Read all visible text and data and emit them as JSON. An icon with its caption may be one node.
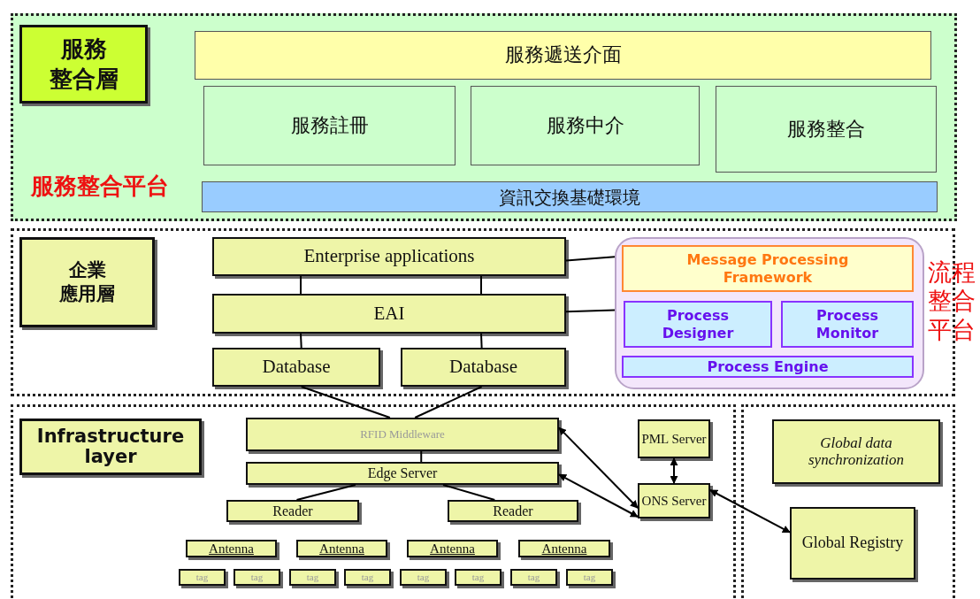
{
  "diagram": {
    "nodes": [
      {
        "text": [
          "服務整合平台"
        ]
      },
      {
        "text": [
          "服務整合層"
        ],
        "in": 0
      },
      {
        "text": [
          "服務遞送介面"
        ],
        "in": 0
      },
      {
        "text": [
          "服務註冊"
        ],
        "in": 0
      },
      {
        "text": [
          "服務中介"
        ],
        "in": 0
      },
      {
        "text": [
          "服務整合"
        ],
        "in": 0
      },
      {
        "text": [
          "資訊交換基礎環境"
        ],
        "in": 0
      },
      {
        "text": [],
        "shape": "box"
      },
      {
        "text": [
          "企業應用層"
        ],
        "in": 7
      },
      {
        "text": [
          "Enterprise applications"
        ],
        "in": 7
      },
      {
        "text": [
          "EAI"
        ],
        "in": 7
      },
      {
        "text": [
          "Database"
        ],
        "in": 7
      },
      {
        "text": [
          "Database"
        ],
        "in": 7
      },
      {
        "text": [],
        "shape": "box",
        "in": 7,
        "beside": [
          "流程整合平台"
        ]
      },
      {
        "text": [
          "Message Processing Framework"
        ],
        "in": 13
      },
      {
        "text": [
          "Process Designer"
        ],
        "in": 13
      },
      {
        "text": [
          "Process Monitor"
        ],
        "in": 13
      },
      {
        "text": [
          "Process Engine"
        ],
        "in": 13
      },
      {
        "text": [],
        "shape": "box"
      },
      {
        "text": [
          "Infrastructure layer"
        ],
        "in": 18
      },
      {
        "text": [
          "RFID Middleware"
        ],
        "in": 18
      },
      {
        "text": [
          "Edge Server"
        ],
        "in": 18
      },
      {
        "text": [
          "Reader"
        ],
        "in": 18
      },
      {
        "text": [
          "Reader"
        ],
        "in": 18
      },
      {
        "text": [
          "Antenna"
        ],
        "in": 18
      },
      {
        "text": [
          "Antenna"
        ],
        "in": 18
      },
      {
        "text": [
          "Antenna"
        ],
        "in": 18
      },
      {
        "text": [
          "Antenna"
        ],
        "in": 18
      },
      {
        "text": [
          "tag"
        ],
        "in": 18
      },
      {
        "text": [
          "tag"
        ],
        "in": 18
      },
      {
        "text": [
          "tag"
        ],
        "in": 18
      },
      {
        "text": [
          "tag"
        ],
        "in": 18
      },
      {
        "text": [
          "tag"
        ],
        "in": 18
      },
      {
        "text": [
          "tag"
        ],
        "in": 18
      },
      {
        "text": [
          "tag"
        ],
        "in": 18
      },
      {
        "text": [
          "tag"
        ],
        "in": 18
      },
      {
        "text": [
          "PML Server"
        ],
        "in": 18
      },
      {
        "text": [
          "ONS Server"
        ],
        "in": 18
      },
      {
        "text": [],
        "shape": "box"
      },
      {
        "text": [
          "Global data synchronization"
        ],
        "in": 38
      },
      {
        "text": [
          "Global Registry"
        ],
        "in": 38
      }
    ],
    "edges": [
      {
        "from": 9,
        "to": 10,
        "arrow": "none"
      },
      {
        "from": 9,
        "to": 10,
        "arrow": "none"
      },
      {
        "from": 10,
        "to": 11,
        "arrow": "none"
      },
      {
        "from": 10,
        "to": 12,
        "arrow": "none"
      },
      {
        "from": 11,
        "to": 20,
        "arrow": "none"
      },
      {
        "from": 12,
        "to": 20,
        "arrow": "none"
      },
      {
        "from": 9,
        "to": 13,
        "arrow": "none"
      },
      {
        "from": 10,
        "to": 13,
        "arrow": "none"
      },
      {
        "from": 20,
        "to": 21,
        "arrow": "none"
      },
      {
        "from": 21,
        "to": 22,
        "arrow": "none"
      },
      {
        "from": 21,
        "to": 23,
        "arrow": "none"
      },
      {
        "from": 20,
        "to": 37,
        "arrow": "both"
      },
      {
        "from": 21,
        "to": 37,
        "arrow": "both"
      },
      {
        "from": 36,
        "to": 37,
        "arrow": "both"
      },
      {
        "from": 37,
        "to": 40,
        "arrow": "both"
      }
    ]
  }
}
